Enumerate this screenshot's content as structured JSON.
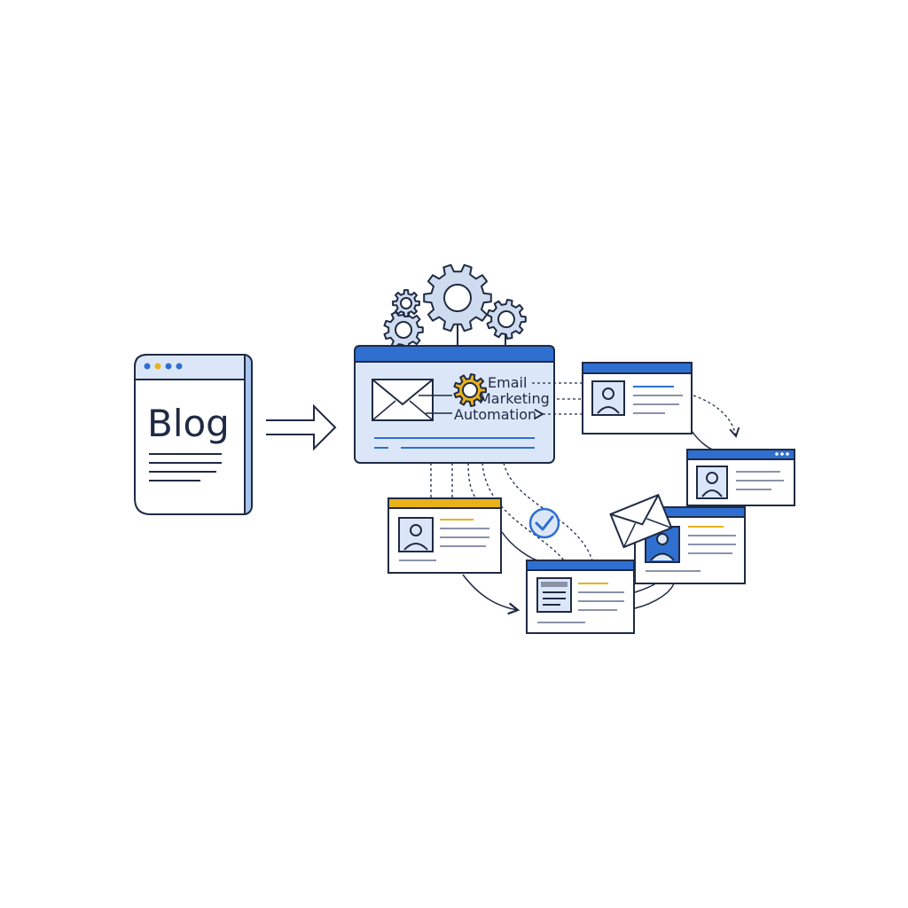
{
  "blog": {
    "title": "Blog"
  },
  "hub": {
    "line1": "Email",
    "line2": "Marketing",
    "line3": "Automation"
  },
  "colors": {
    "primary": "#2f6fd0",
    "light": "#dbe7f8",
    "outline": "#1f2a44",
    "accent": "#e9b21c",
    "gear": "#cfdcef"
  },
  "icons": [
    "gear-icon",
    "envelope-icon",
    "checkmark-icon",
    "avatar-icon",
    "newsletter-icon",
    "arrow-right-icon"
  ]
}
